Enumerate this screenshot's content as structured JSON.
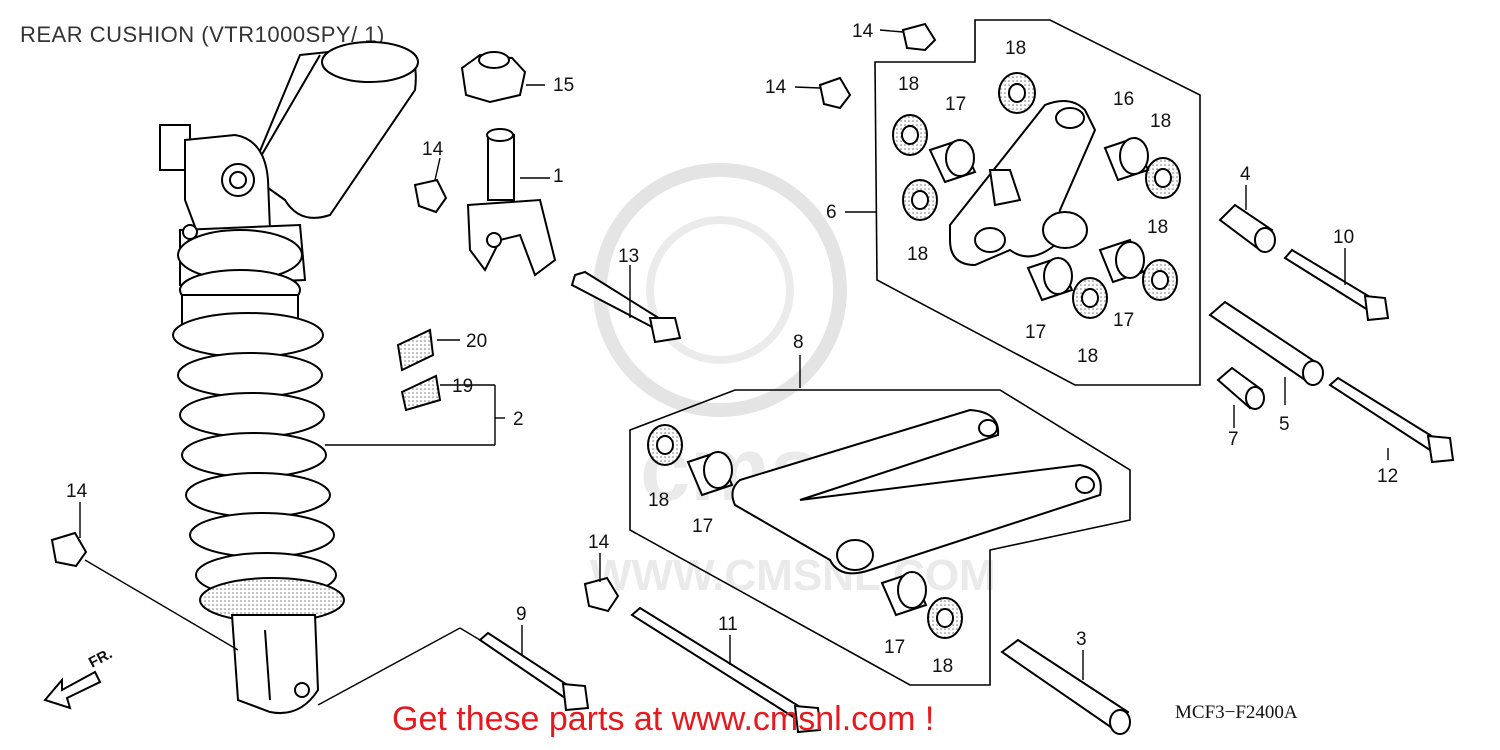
{
  "title": "REAR CUSHION (VTR1000SPY/ 1)",
  "diagram_code": "MCF3−F2400A",
  "promo_text": "Get these parts at www.cmsnl.com !",
  "watermark": {
    "url_text": "WWW.CMSNL.COM",
    "logo_text": "cms"
  },
  "front_marker": "FR.",
  "callouts": {
    "c1": "1",
    "c2": "2",
    "c3": "3",
    "c4": "4",
    "c5": "5",
    "c6": "6",
    "c7": "7",
    "c8": "8",
    "c9": "9",
    "c10": "10",
    "c11": "11",
    "c12": "12",
    "c13": "13",
    "c14a": "14",
    "c14b": "14",
    "c14c": "14",
    "c14d": "14",
    "c14e": "14",
    "c15": "15",
    "c16": "16",
    "c17a": "17",
    "c17b": "17",
    "c17c": "17",
    "c17d": "17",
    "c17e": "17",
    "c18a": "18",
    "c18b": "18",
    "c18c": "18",
    "c18d": "18",
    "c18e": "18",
    "c18f": "18",
    "c18g": "18",
    "c18h": "18",
    "c19": "19",
    "c20": "20"
  }
}
